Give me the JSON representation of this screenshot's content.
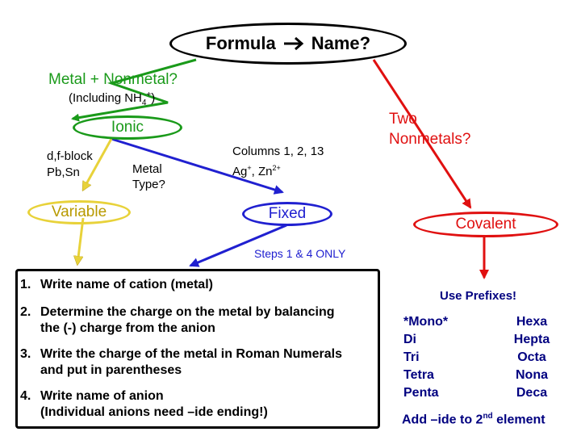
{
  "title": {
    "left": "Formula",
    "right": "Name?"
  },
  "metal_nonmetal": "Metal + Nonmetal?",
  "including": {
    "prefix": "(Including NH",
    "sub": "4",
    "sup": "+",
    "suffix": ")"
  },
  "two_nonmetals": {
    "line1": "Two",
    "line2": "Nonmetals?"
  },
  "ionic": "Ionic",
  "dfblock": {
    "line1": "d,f-block",
    "line2": "Pb,Sn"
  },
  "metal_type": {
    "line1": "Metal",
    "line2": "Type?"
  },
  "columns": {
    "line1": "Columns 1, 2, 13",
    "ag": "Ag",
    "ag_sup": "+",
    "sep": ", Zn",
    "zn_sup": "2+"
  },
  "variable": "Variable",
  "fixed": "Fixed",
  "covalent": "Covalent",
  "steps_note": "Steps 1 & 4 ONLY",
  "steps": [
    {
      "num": "1.",
      "line1": "Write name of cation (metal)",
      "line2": ""
    },
    {
      "num": "2.",
      "line1": "Determine the charge on the metal by balancing",
      "line2": "the (-) charge from the anion"
    },
    {
      "num": "3.",
      "line1": "Write the charge of the metal in Roman Numerals",
      "line2": "and put in parentheses"
    },
    {
      "num": "4.",
      "line1": "Write name of anion",
      "line2": "(Individual anions need –ide ending!)"
    }
  ],
  "use_prefixes": "Use Prefixes!",
  "prefixes_left": [
    "*Mono*",
    "Di",
    "Tri",
    "Tetra",
    "Penta"
  ],
  "prefixes_right": [
    "Hexa",
    "Hepta",
    "Octa",
    "Nona",
    "Deca"
  ],
  "add_ide": {
    "prefix": "Add –ide to 2",
    "sup": "nd",
    "suffix": " element"
  },
  "colors": {
    "green": "#1a9a1a",
    "red": "#e01010",
    "blue": "#2020d0",
    "gold": "#e8d23a",
    "navy": "#000080"
  }
}
